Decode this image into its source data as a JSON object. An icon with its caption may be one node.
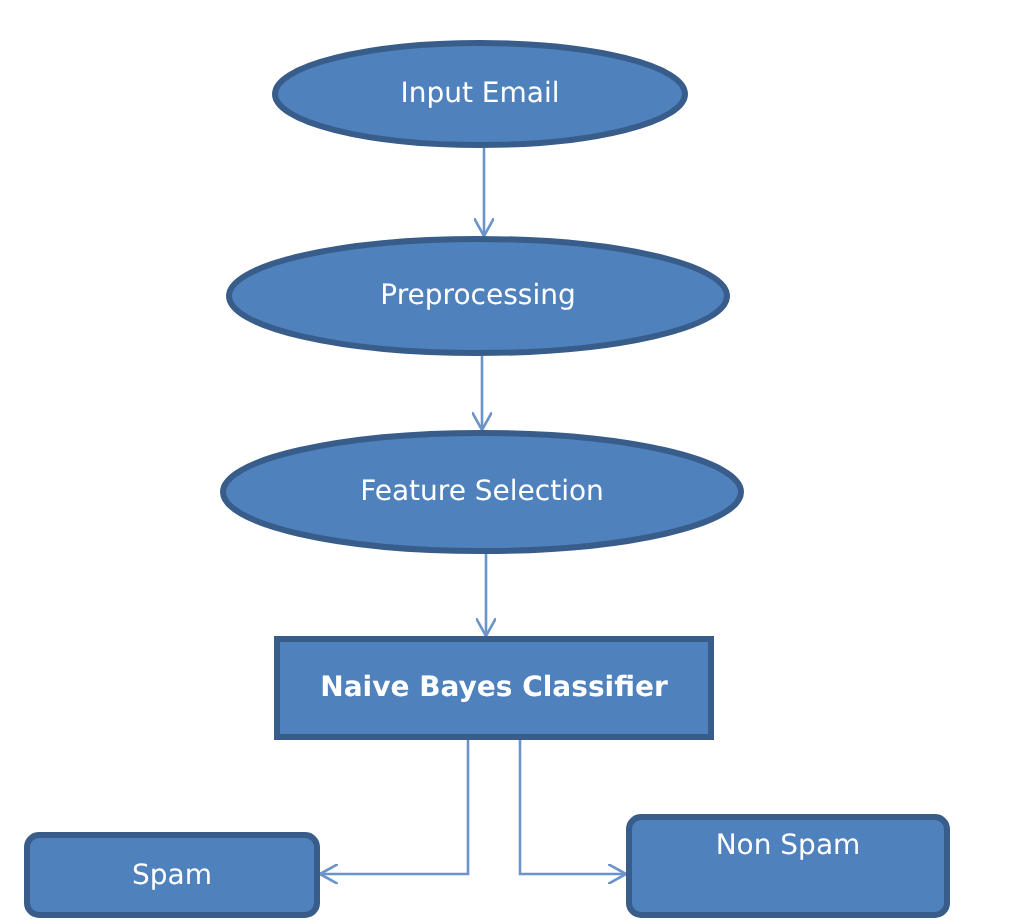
{
  "diagram": {
    "nodes": [
      {
        "text": [
          "Input Email"
        ]
      },
      {
        "text": [
          "Preprocessing"
        ]
      },
      {
        "text": [
          "Feature Selection"
        ]
      },
      {
        "text": [
          "Naive Bayes Classifier"
        ]
      },
      {
        "text": [
          "Spam"
        ]
      },
      {
        "text": [
          "Non Spam"
        ]
      }
    ],
    "edges": [
      {
        "from": 0,
        "to": 1,
        "arrow": "to"
      },
      {
        "from": 1,
        "to": 2,
        "arrow": "to"
      },
      {
        "from": 2,
        "to": 3,
        "arrow": "to"
      },
      {
        "from": 3,
        "to": 4,
        "arrow": "to"
      },
      {
        "from": 3,
        "to": 5,
        "arrow": "to"
      }
    ]
  }
}
